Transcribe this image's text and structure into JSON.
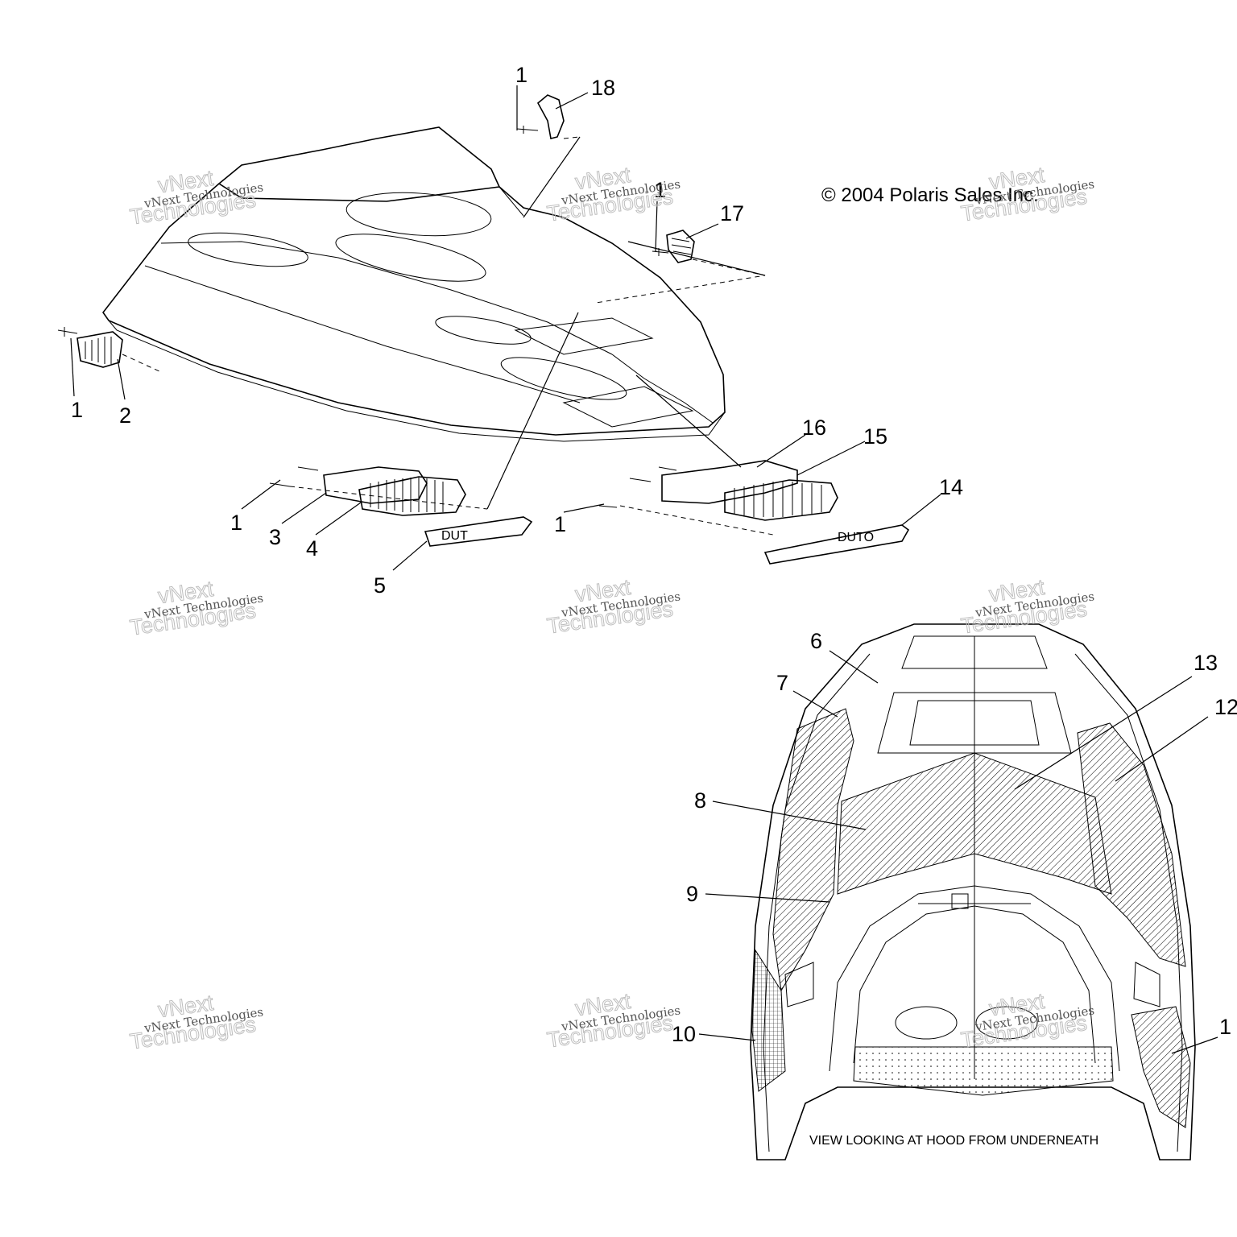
{
  "copyright": "© 2004 Polaris Sales Inc.",
  "caption": "VIEW LOOKING AT HOOD FROM UNDERNEATH",
  "watermark": {
    "line1": "vNext Technologies",
    "line2a": "vNext",
    "line2b": "Technologies"
  },
  "callouts": {
    "c1_top": "1",
    "c18": "18",
    "c1_mid": "1",
    "c17": "17",
    "c1_left": "1",
    "c2": "2",
    "c1_lower_left": "1",
    "c3": "3",
    "c4": "4",
    "c5": "5",
    "c1_lower_right": "1",
    "c16": "16",
    "c15": "15",
    "c14": "14",
    "c6": "6",
    "c7": "7",
    "c8": "8",
    "c9": "9",
    "c10": "10",
    "c13": "13",
    "c12": "12",
    "c11": "1"
  },
  "decal_text": {
    "left": "DUT",
    "right": "DUTO"
  }
}
